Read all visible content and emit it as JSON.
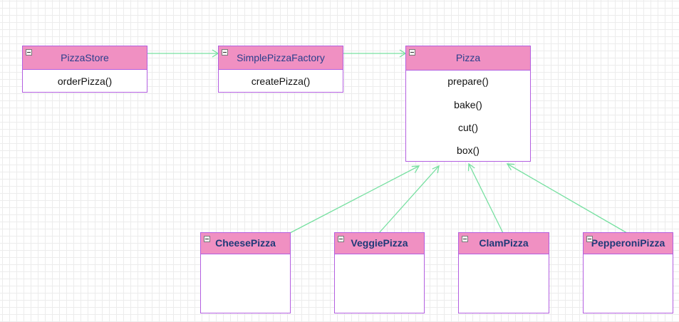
{
  "diagram": {
    "line_color": "#77e0a1",
    "class_header_color": "#f090c2",
    "class_border_color": "#b35ee0",
    "classes": {
      "pizza_store": {
        "name": "PizzaStore",
        "operations": [
          "orderPizza()"
        ]
      },
      "simple_pizza_factory": {
        "name": "SimplePizzaFactory",
        "operations": [
          "createPizza()"
        ]
      },
      "pizza": {
        "name": "Pizza",
        "operations": [
          "prepare()",
          "bake()",
          "cut()",
          "box()"
        ]
      },
      "cheese_pizza": {
        "name": "CheesePizza",
        "operations": []
      },
      "veggie_pizza": {
        "name": "VeggiePizza",
        "operations": []
      },
      "clam_pizza": {
        "name": "ClamPizza",
        "operations": []
      },
      "pepperoni_pizza": {
        "name": "PepperoniPizza",
        "operations": []
      }
    },
    "relations": [
      {
        "from": "PizzaStore",
        "to": "SimplePizzaFactory"
      },
      {
        "from": "SimplePizzaFactory",
        "to": "Pizza"
      },
      {
        "from": "CheesePizza",
        "to": "Pizza"
      },
      {
        "from": "VeggiePizza",
        "to": "Pizza"
      },
      {
        "from": "ClamPizza",
        "to": "Pizza"
      },
      {
        "from": "PepperoniPizza",
        "to": "Pizza"
      }
    ]
  }
}
